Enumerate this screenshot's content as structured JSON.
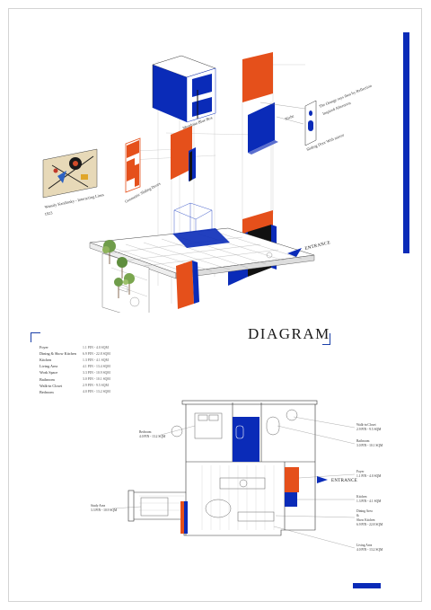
{
  "labels": {
    "title": "DIAGRAM",
    "entrance": "ENTRANCE",
    "painting_caption": "Wassily Kandinsky - Interacting Lines",
    "painting_year": "1923",
    "geometric_door": "Geometric Sliding Doors",
    "blue_box": "Mondrian Blue Box",
    "mirror_note": "The Orange rays then by Reflection",
    "mirror_note2": "Inspired Afternoon",
    "mirror_note3": "Sliding Door With mirror",
    "mirror_tag": "Niche"
  },
  "areas": [
    {
      "name": "Foyer",
      "area": "1.1 PIN - 4.0 SQM"
    },
    {
      "name": "Dining & Show Kitchen",
      "area": "6.9 PIN - 22.8 SQM"
    },
    {
      "name": "Kitchen",
      "area": "1.3 PIN - 4.1 SQM"
    },
    {
      "name": "Living Area",
      "area": "4.1 PIN - 13.4 SQM"
    },
    {
      "name": "Work Space",
      "area": "3.3 PIN - 10.9 SQM"
    },
    {
      "name": "Bathroom",
      "area": "3.0 PIN - 10.1 SQM"
    },
    {
      "name": "Walk-in Closet",
      "area": "2.9 PIN - 9.5 SQM"
    },
    {
      "name": "Bedroom",
      "area": "4.0 PIN - 13.2 SQM"
    }
  ],
  "plan_callouts": {
    "bedroom": {
      "name": "Bedroom",
      "area": "4.0 PIN - 13.2 SQM"
    },
    "study": {
      "name": "Study Area",
      "area": "3.3 PIN - 10.9 SQM"
    },
    "walkin": {
      "name": "Walk-in Closet",
      "area": "2.9 PIN - 9.5 SQM"
    },
    "bath": {
      "name": "Bathroom",
      "area": "3.0 PIN - 10.1 SQM"
    },
    "foyer": {
      "name": "Foyer",
      "area": "1.1 PIN - 4.0 SQM"
    },
    "kitchen": {
      "name": "Kitchen",
      "area": "1.3 PIN - 4.1 SQM"
    },
    "dining": {
      "name": "Dining Area",
      "area2": "&",
      "area3": "Show Kitchen",
      "area": "6.9 PIN - 22.8 SQM"
    },
    "living": {
      "name": "Living Area",
      "area": "4.0 PIN - 13.2 SQM"
    }
  },
  "colors": {
    "accent_blue": "#0a2bb8",
    "accent_orange": "#e5501b",
    "frame_blue": "#1a3fa8",
    "painting_bg": "#e7d9b8"
  }
}
